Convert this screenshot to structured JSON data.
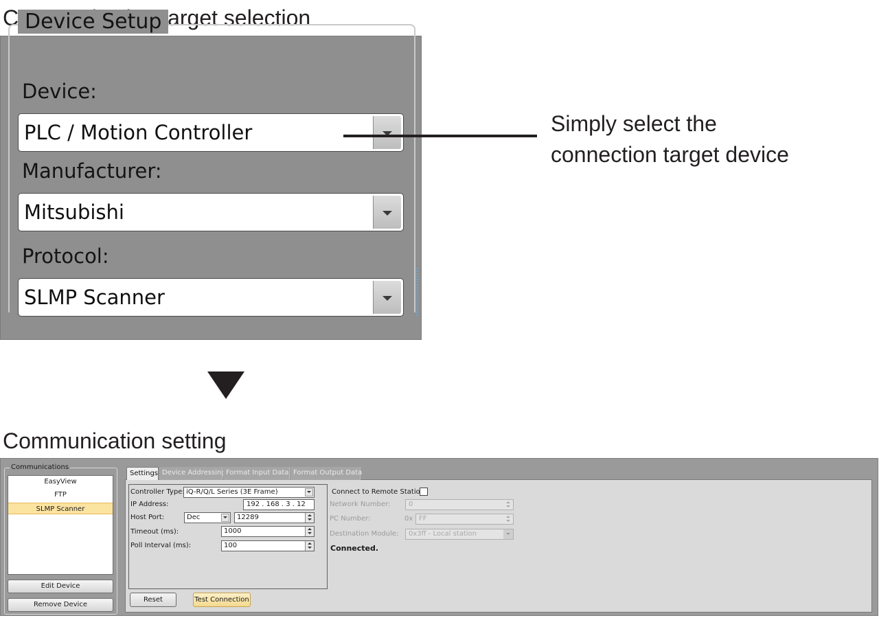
{
  "top": {
    "heading": "Communication target selection",
    "group_title": "Device Setup",
    "device_label": "Device:",
    "device_value": "PLC / Motion Controller",
    "manufacturer_label": "Manufacturer:",
    "manufacturer_value": "Mitsubishi",
    "protocol_label": "Protocol:",
    "protocol_value": "SLMP Scanner"
  },
  "callout": {
    "line1": "Simply select the",
    "line2": "connection target device"
  },
  "bottom": {
    "heading": "Communication setting",
    "communications": {
      "title": "Communications",
      "items": [
        "EasyView",
        "FTP",
        "SLMP Scanner"
      ],
      "selected": "SLMP Scanner",
      "edit_button": "Edit Device",
      "remove_button": "Remove Device"
    },
    "tabs": [
      "Settings",
      "Device Addressing",
      "Format Input Data",
      "Format Output Data"
    ],
    "settings": {
      "controller_type_label": "Controller Type:",
      "controller_type_value": "iQ-R/Q/L Series (3E Frame)",
      "ip_label": "IP Address:",
      "ip_value": "192 . 168 . 3 . 12",
      "host_port_label": "Host Port:",
      "host_port_format": "Dec",
      "host_port_value": "12289",
      "timeout_label": "Timeout (ms):",
      "timeout_value": "1000",
      "poll_label": "Poll Interval (ms):",
      "poll_value": "100",
      "reset_button": "Reset",
      "test_button": "Test Connection"
    },
    "remote": {
      "connect_label": "Connect to Remote Station:",
      "connect_checked": false,
      "network_label": "Network Number:",
      "network_value": "0",
      "pc_label": "PC Number:",
      "pc_prefix": "0x",
      "pc_value": "FF",
      "dest_label": "Destination Module:",
      "dest_value": "0x3ff - Local station",
      "status": "Connected."
    }
  }
}
